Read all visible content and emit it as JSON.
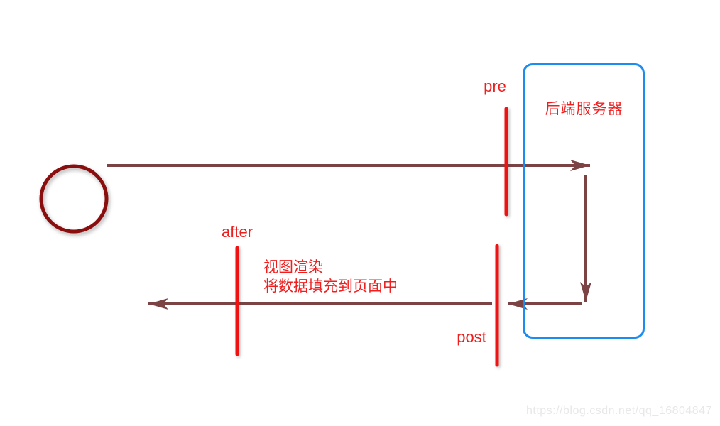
{
  "colors": {
    "label_red": "#ee1f1f",
    "line_red": "#ee1212",
    "arrow_maroon": "#7c4345",
    "circle_red": "#8a0e0e",
    "box_blue": "#1b8df0",
    "watermark_gray": "#e8e8e8"
  },
  "diagram": {
    "interceptors": {
      "pre_label": "pre",
      "after_label": "after",
      "post_label": "post"
    },
    "server": {
      "label": "后端服务器"
    },
    "annotation": {
      "line1": "视图渲染",
      "line2": "将数据填充到页面中"
    },
    "watermark": "https://blog.csdn.net/qq_16804847"
  }
}
